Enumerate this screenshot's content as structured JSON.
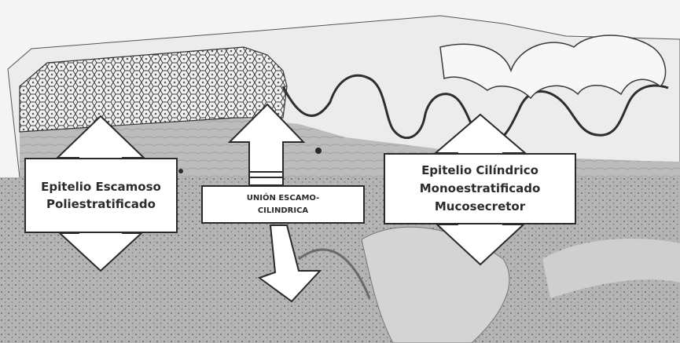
{
  "labels": {
    "left": [
      "Epitelio Escamoso",
      "Poliestratificado"
    ],
    "middle": [
      "UNIÓN ESCAMO-",
      "CILINDRICA"
    ],
    "right": [
      "Epitelio Cilíndrico",
      "Monoestratificado",
      "Mucosecretor"
    ]
  },
  "colors": {
    "stroke": "#2a2a2a",
    "arrow_fill": "#ffffff",
    "tissue_top": "#ededed",
    "stroma": "#bdbdbd",
    "histology": "#b3b3b3"
  }
}
